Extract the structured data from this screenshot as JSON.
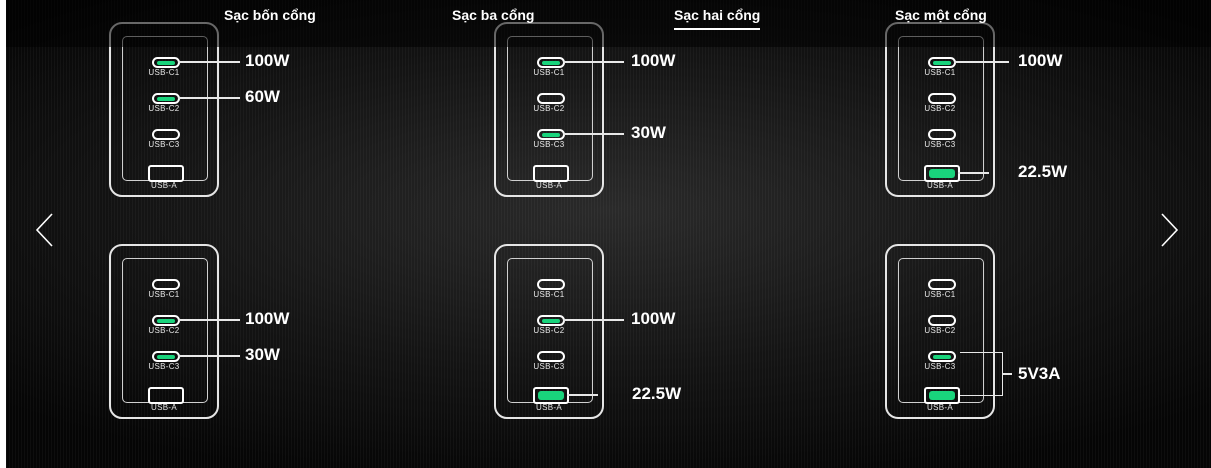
{
  "tabs": [
    {
      "label": "Sạc bốn cổng",
      "active": false
    },
    {
      "label": "Sạc ba cổng",
      "active": false
    },
    {
      "label": "Sạc hai cổng",
      "active": true
    },
    {
      "label": "Sạc một cổng",
      "active": false
    }
  ],
  "nav": {
    "prev": "chevron-left",
    "next": "chevron-right"
  },
  "accent_color": "#19d47c",
  "chargers": [
    {
      "ports": [
        {
          "label": "USB-C1",
          "type": "c",
          "active": true,
          "watt": "100W"
        },
        {
          "label": "USB-C2",
          "type": "c",
          "active": true,
          "watt": "60W"
        },
        {
          "label": "USB-C3",
          "type": "c",
          "active": false,
          "watt": ""
        },
        {
          "label": "USB-A",
          "type": "a",
          "active": false,
          "watt": ""
        }
      ]
    },
    {
      "ports": [
        {
          "label": "USB-C1",
          "type": "c",
          "active": true,
          "watt": "100W"
        },
        {
          "label": "USB-C2",
          "type": "c",
          "active": false,
          "watt": ""
        },
        {
          "label": "USB-C3",
          "type": "c",
          "active": true,
          "watt": "30W"
        },
        {
          "label": "USB-A",
          "type": "a",
          "active": false,
          "watt": ""
        }
      ]
    },
    {
      "ports": [
        {
          "label": "USB-C1",
          "type": "c",
          "active": true,
          "watt": "100W"
        },
        {
          "label": "USB-C2",
          "type": "c",
          "active": false,
          "watt": ""
        },
        {
          "label": "USB-C3",
          "type": "c",
          "active": false,
          "watt": ""
        },
        {
          "label": "USB-A",
          "type": "a",
          "active": true,
          "watt": "22.5W"
        }
      ]
    },
    {
      "ports": [
        {
          "label": "USB-C1",
          "type": "c",
          "active": false,
          "watt": ""
        },
        {
          "label": "USB-C2",
          "type": "c",
          "active": true,
          "watt": "100W"
        },
        {
          "label": "USB-C3",
          "type": "c",
          "active": true,
          "watt": "30W"
        },
        {
          "label": "USB-A",
          "type": "a",
          "active": false,
          "watt": ""
        }
      ]
    },
    {
      "ports": [
        {
          "label": "USB-C1",
          "type": "c",
          "active": false,
          "watt": ""
        },
        {
          "label": "USB-C2",
          "type": "c",
          "active": true,
          "watt": "100W"
        },
        {
          "label": "USB-C3",
          "type": "c",
          "active": false,
          "watt": ""
        },
        {
          "label": "USB-A",
          "type": "a",
          "active": true,
          "watt": "22.5W"
        }
      ]
    },
    {
      "ports": [
        {
          "label": "USB-C1",
          "type": "c",
          "active": false,
          "watt": ""
        },
        {
          "label": "USB-C2",
          "type": "c",
          "active": false,
          "watt": ""
        },
        {
          "label": "USB-C3",
          "type": "c",
          "active": true,
          "watt": ""
        },
        {
          "label": "USB-A",
          "type": "a",
          "active": true,
          "watt": ""
        }
      ],
      "combined": "5V3A"
    }
  ]
}
